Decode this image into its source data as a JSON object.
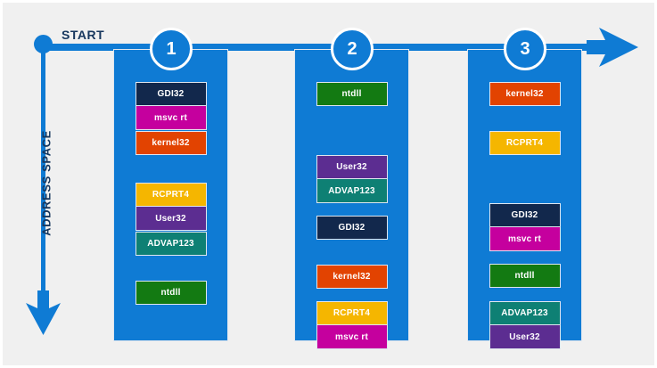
{
  "axis": {
    "label": "ADDRESS SPACE",
    "start_label": "START",
    "arrow_down_icon": "arrow-down-icon",
    "arrow_right_icon": "arrow-right-icon"
  },
  "colors": {
    "background": "#f0f0f0",
    "primary_blue": "#0f7bd4",
    "navy_text": "#17375e",
    "box_border": "#dfe6ef",
    "GDI32": "#12284c",
    "msvc rt": "#c5009e",
    "kernel32": "#e24301",
    "RCPRT4": "#f5b600",
    "User32": "#5c2d91",
    "ADVAP123": "#0e8074",
    "ntdll": "#137a12"
  },
  "columns": [
    {
      "number": "1",
      "groups": [
        {
          "boxes": [
            {
              "label": "GDI32",
              "color": "#12284c"
            },
            {
              "label": "msvc rt",
              "color": "#c5009e"
            }
          ]
        },
        {
          "boxes": [
            {
              "label": "kernel32",
              "color": "#e24301"
            }
          ]
        },
        {
          "boxes": [
            {
              "label": "RCPRT4",
              "color": "#f5b600"
            },
            {
              "label": "User32",
              "color": "#5c2d91"
            }
          ]
        },
        {
          "boxes": [
            {
              "label": "ADVAP123",
              "color": "#0e8074"
            }
          ]
        },
        {
          "boxes": [
            {
              "label": "ntdll",
              "color": "#137a12"
            }
          ]
        }
      ]
    },
    {
      "number": "2",
      "groups": [
        {
          "boxes": [
            {
              "label": "ntdll",
              "color": "#137a12"
            }
          ]
        },
        {
          "boxes": [
            {
              "label": "User32",
              "color": "#5c2d91"
            },
            {
              "label": "ADVAP123",
              "color": "#0e8074"
            }
          ]
        },
        {
          "boxes": [
            {
              "label": "GDI32",
              "color": "#12284c"
            }
          ]
        },
        {
          "boxes": [
            {
              "label": "kernel32",
              "color": "#e24301"
            }
          ]
        },
        {
          "boxes": [
            {
              "label": "RCPRT4",
              "color": "#f5b600"
            },
            {
              "label": "msvc rt",
              "color": "#c5009e"
            }
          ]
        }
      ]
    },
    {
      "number": "3",
      "groups": [
        {
          "boxes": [
            {
              "label": "kernel32",
              "color": "#e24301"
            }
          ]
        },
        {
          "boxes": [
            {
              "label": "RCPRT4",
              "color": "#f5b600"
            }
          ]
        },
        {
          "boxes": [
            {
              "label": "GDI32",
              "color": "#12284c"
            },
            {
              "label": "msvc rt",
              "color": "#c5009e"
            }
          ]
        },
        {
          "boxes": [
            {
              "label": "ntdll",
              "color": "#137a12"
            }
          ]
        },
        {
          "boxes": [
            {
              "label": "ADVAP123",
              "color": "#0e8074"
            },
            {
              "label": "User32",
              "color": "#5c2d91"
            }
          ]
        }
      ]
    }
  ],
  "layout": {
    "group_tops": {
      "col1": [
        36,
        91,
        149,
        204,
        259
      ],
      "col2": [
        36,
        118,
        186,
        241,
        282
      ],
      "col3": [
        36,
        91,
        172,
        240,
        282
      ]
    }
  }
}
